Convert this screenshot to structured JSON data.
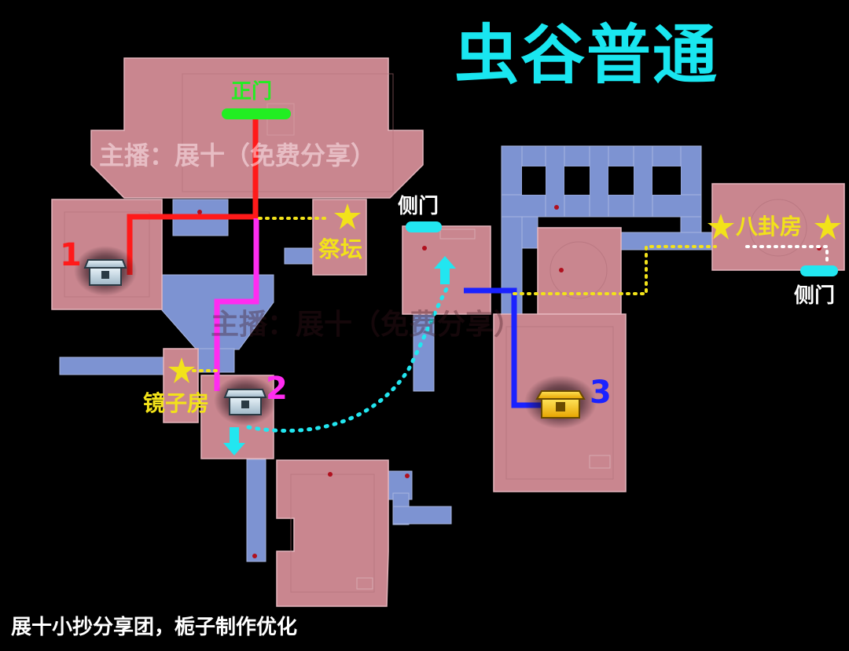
{
  "title": "虫谷普通",
  "watermark": "主播：展十（免费分享）",
  "credit": "展十小抄分享团，栀子制作优化",
  "labels": {
    "front_door": "正门",
    "side_door_left": "侧门",
    "side_door_right": "侧门",
    "altar": "祭坛",
    "mirror_room": "镜子房",
    "bagua_room": "八卦房"
  },
  "chest_markers": [
    {
      "number": "1",
      "type": "silver-chest",
      "route_color": "#ff1a1a"
    },
    {
      "number": "2",
      "type": "silver-chest",
      "route_color": "#ff2cf0"
    },
    {
      "number": "3",
      "type": "gold-chest",
      "route_color": "#1a22ff"
    }
  ],
  "colors": {
    "title": "#19e6f0",
    "room_fill": "#c9868f",
    "corridor_fill": "#7d93d2",
    "front_door": "#22ee22",
    "side_door": "#22e6f0",
    "dotted_path_yellow": "#f2e21a",
    "dotted_path_cyan": "#22e6f0",
    "star": "#f2e21a"
  },
  "icons": [
    "star-icon",
    "arrow-up-icon",
    "arrow-down-icon",
    "chest-icon"
  ]
}
